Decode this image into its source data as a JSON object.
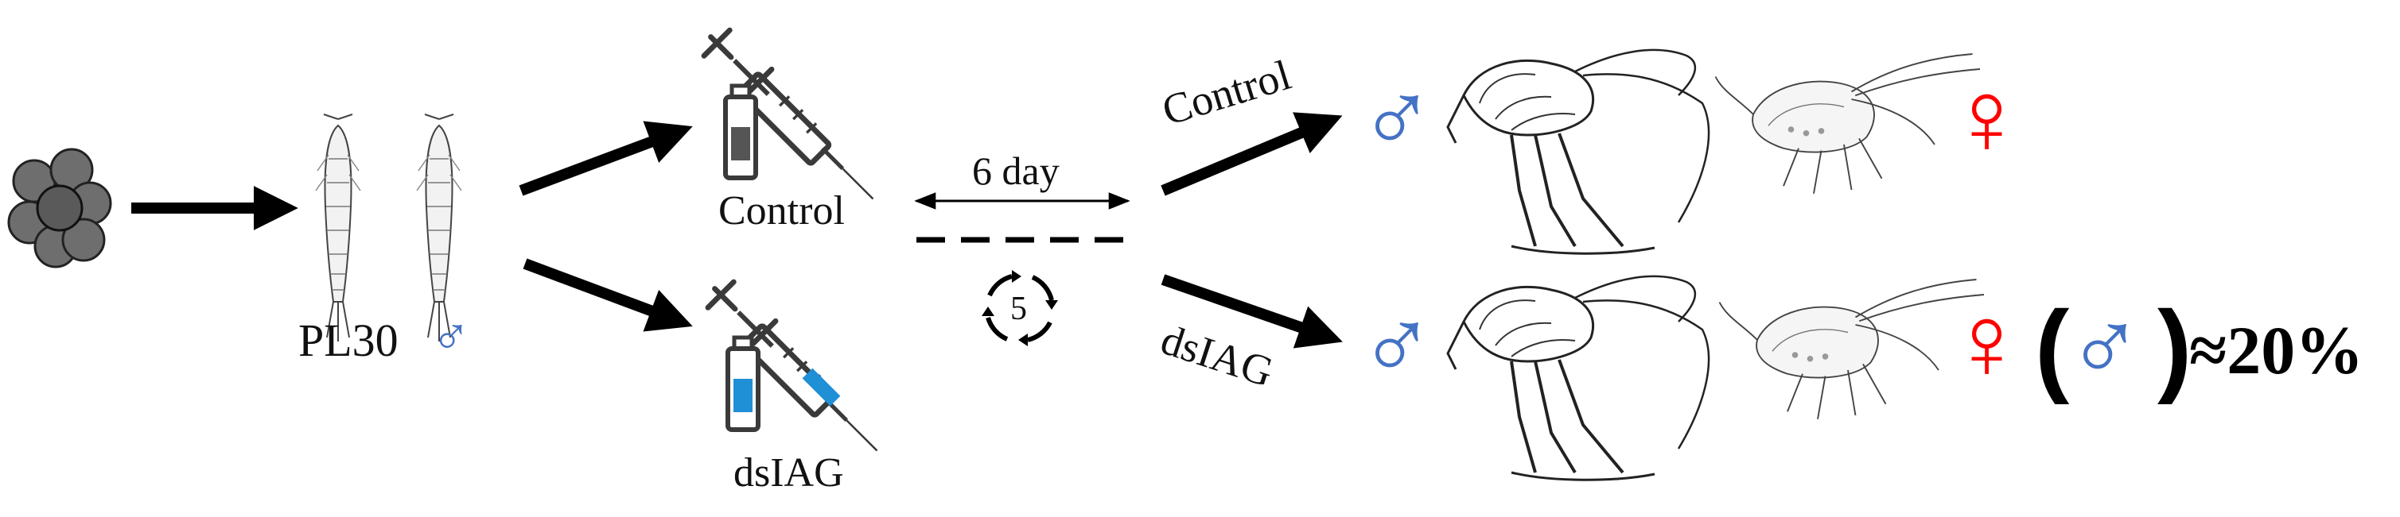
{
  "labels": {
    "pl30": "PL30",
    "control_vial": "Control",
    "dsiag_vial": "dsIAG",
    "interval": "6 day",
    "cycle_count": "5",
    "control_branch": "Control",
    "dsiag_branch": "dsIAG",
    "percent": "≈20%"
  },
  "symbols": {
    "male": "♂",
    "female": "♀",
    "paren_open": "(",
    "paren_close": ")"
  },
  "colors": {
    "male": "#4472C4",
    "female": "#FF0000",
    "control_vial_fill": "#555555",
    "dsiag_vial_fill": "#1F8FD6",
    "arrow": "#000000"
  },
  "icons": [
    "egg-cluster-icon",
    "postlarva-shrimp-icon",
    "syringe-icon",
    "vial-icon",
    "cycle-icon",
    "male-shrimp-icon",
    "female-shrimp-icon"
  ]
}
